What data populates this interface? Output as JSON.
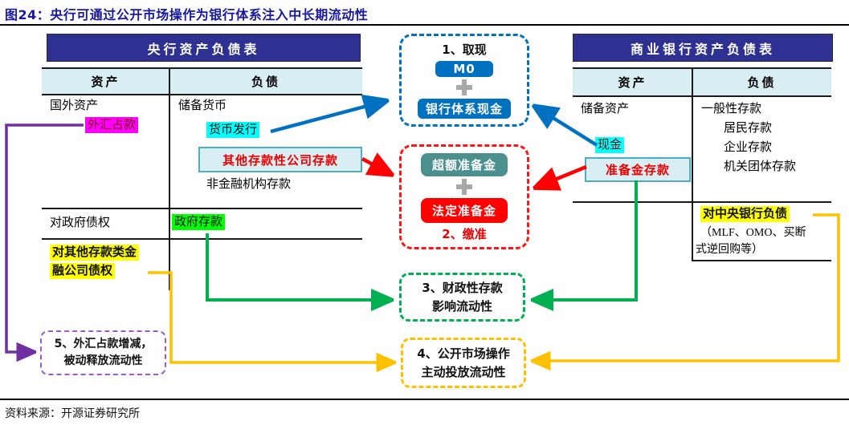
{
  "title": "图24：央行可通过公开市场操作为银行体系注入中长期流动性",
  "source": "资料来源：开源证券研究所",
  "central_bank_table": {
    "title": "央行资产负债表",
    "col_assets": "资产",
    "col_liabilities": "负债",
    "rows": {
      "foreign_assets": "国外资产",
      "fx_position": "外汇占款",
      "reserve_money": "储备货币",
      "currency_issuance": "货币发行",
      "other_depository_deposits": "其他存款性公司存款",
      "non_financial_deposits": "非金融机构存款",
      "gov_claims": "对政府债权",
      "gov_deposits": "政府存款",
      "other_claims_line1": "对其他存款类金",
      "other_claims_line2": "融公司债权"
    }
  },
  "commercial_bank_table": {
    "title": "商业银行资产负债表",
    "col_assets": "资产",
    "col_liabilities": "负债",
    "rows": {
      "reserve_assets": "储备资产",
      "cash": "现金",
      "reserve_deposits": "准备金存款",
      "general_deposits": "一般性存款",
      "household_deposits": "居民存款",
      "corporate_deposits": "企业存款",
      "institution_deposits": "机关团体存款",
      "central_bank_liabilities": "对中央银行负债",
      "central_bank_liabilities_note1": "（MLF、OMO、买断",
      "central_bank_liabilities_note2": "式逆回购等）"
    }
  },
  "flow_boxes": {
    "box1": {
      "label": "1、取现",
      "item1": "M0",
      "item2": "银行体系现金"
    },
    "box2": {
      "item1": "超额准备金",
      "item2": "法定准备金",
      "label": "2、缴准"
    },
    "box3": {
      "line1": "3、财政性存款",
      "line2": "影响流动性"
    },
    "box4": {
      "line1": "4、公开市场操作",
      "line2": "主动投放流动性"
    },
    "box5": {
      "line1": "5、外汇占款增减，",
      "line2": "被动释放流动性"
    }
  },
  "colors": {
    "title_text": "#1818A0",
    "table_header_bg": "#2E3192",
    "column_header_bg": "#D9EEF3",
    "highlight_magenta": "#FF00FF",
    "highlight_cyan": "#00FFFF",
    "highlight_green": "#00FF00",
    "highlight_yellow": "#FFFF00",
    "callout_box_bg": "#D9EEF3",
    "callout_box_border": "#4BACC6",
    "arrow_blue": "#0070C0",
    "arrow_red": "#FF0000",
    "arrow_green": "#00B050",
    "arrow_yellow": "#FFC000",
    "arrow_purple": "#7030A0",
    "pill_blue": "#0070C0",
    "pill_teal": "#4C8F8F",
    "pill_red": "#FF0000"
  }
}
